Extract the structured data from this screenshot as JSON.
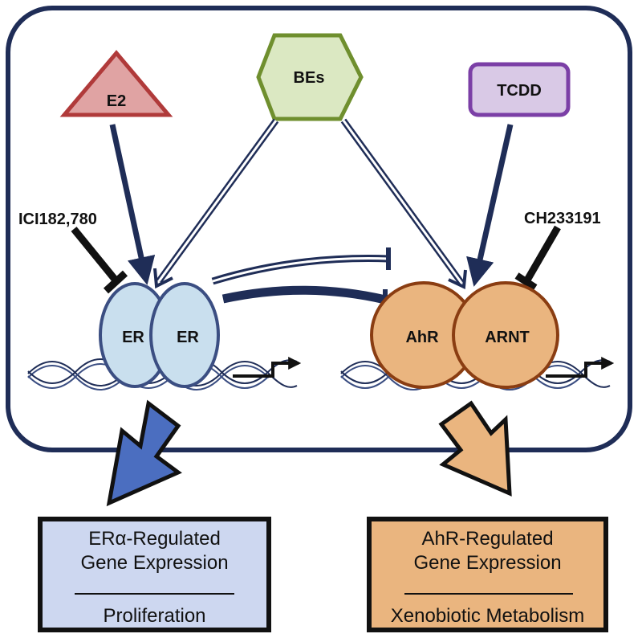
{
  "ligands": {
    "e2": "E2",
    "bes": "BEs",
    "tcdd": "TCDD"
  },
  "inhibitors": {
    "ici": "ICI182,780",
    "ch": "CH233191"
  },
  "receptors": {
    "er_left": "ER",
    "er_right": "ER",
    "ahr": "AhR",
    "arnt": "ARNT"
  },
  "outputs": {
    "er": {
      "line1": "ERα-Regulated",
      "line2": "Gene Expression",
      "result": "Proliferation"
    },
    "ahr": {
      "line1": "AhR-Regulated",
      "line2": "Gene Expression",
      "result": "Xenobiotic Metabolism"
    }
  },
  "colors": {
    "frame": "#1f2d57",
    "e2_fill": "#e0a3a3",
    "e2_stroke": "#b03a3a",
    "bes_fill": "#dbe8c2",
    "bes_stroke": "#6f8f2e",
    "tcdd_fill": "#d9c9e6",
    "tcdd_stroke": "#7b3fa6",
    "er_fill": "#c9dfee",
    "er_stroke": "#3b4e82",
    "ahr_fill": "#eab57f",
    "ahr_stroke": "#8a3d12",
    "er_box_fill": "#cdd7f0",
    "ahr_box_fill": "#eab57f",
    "er_arrow": "#4b6ec0",
    "ahr_arrow": "#eab57f"
  }
}
